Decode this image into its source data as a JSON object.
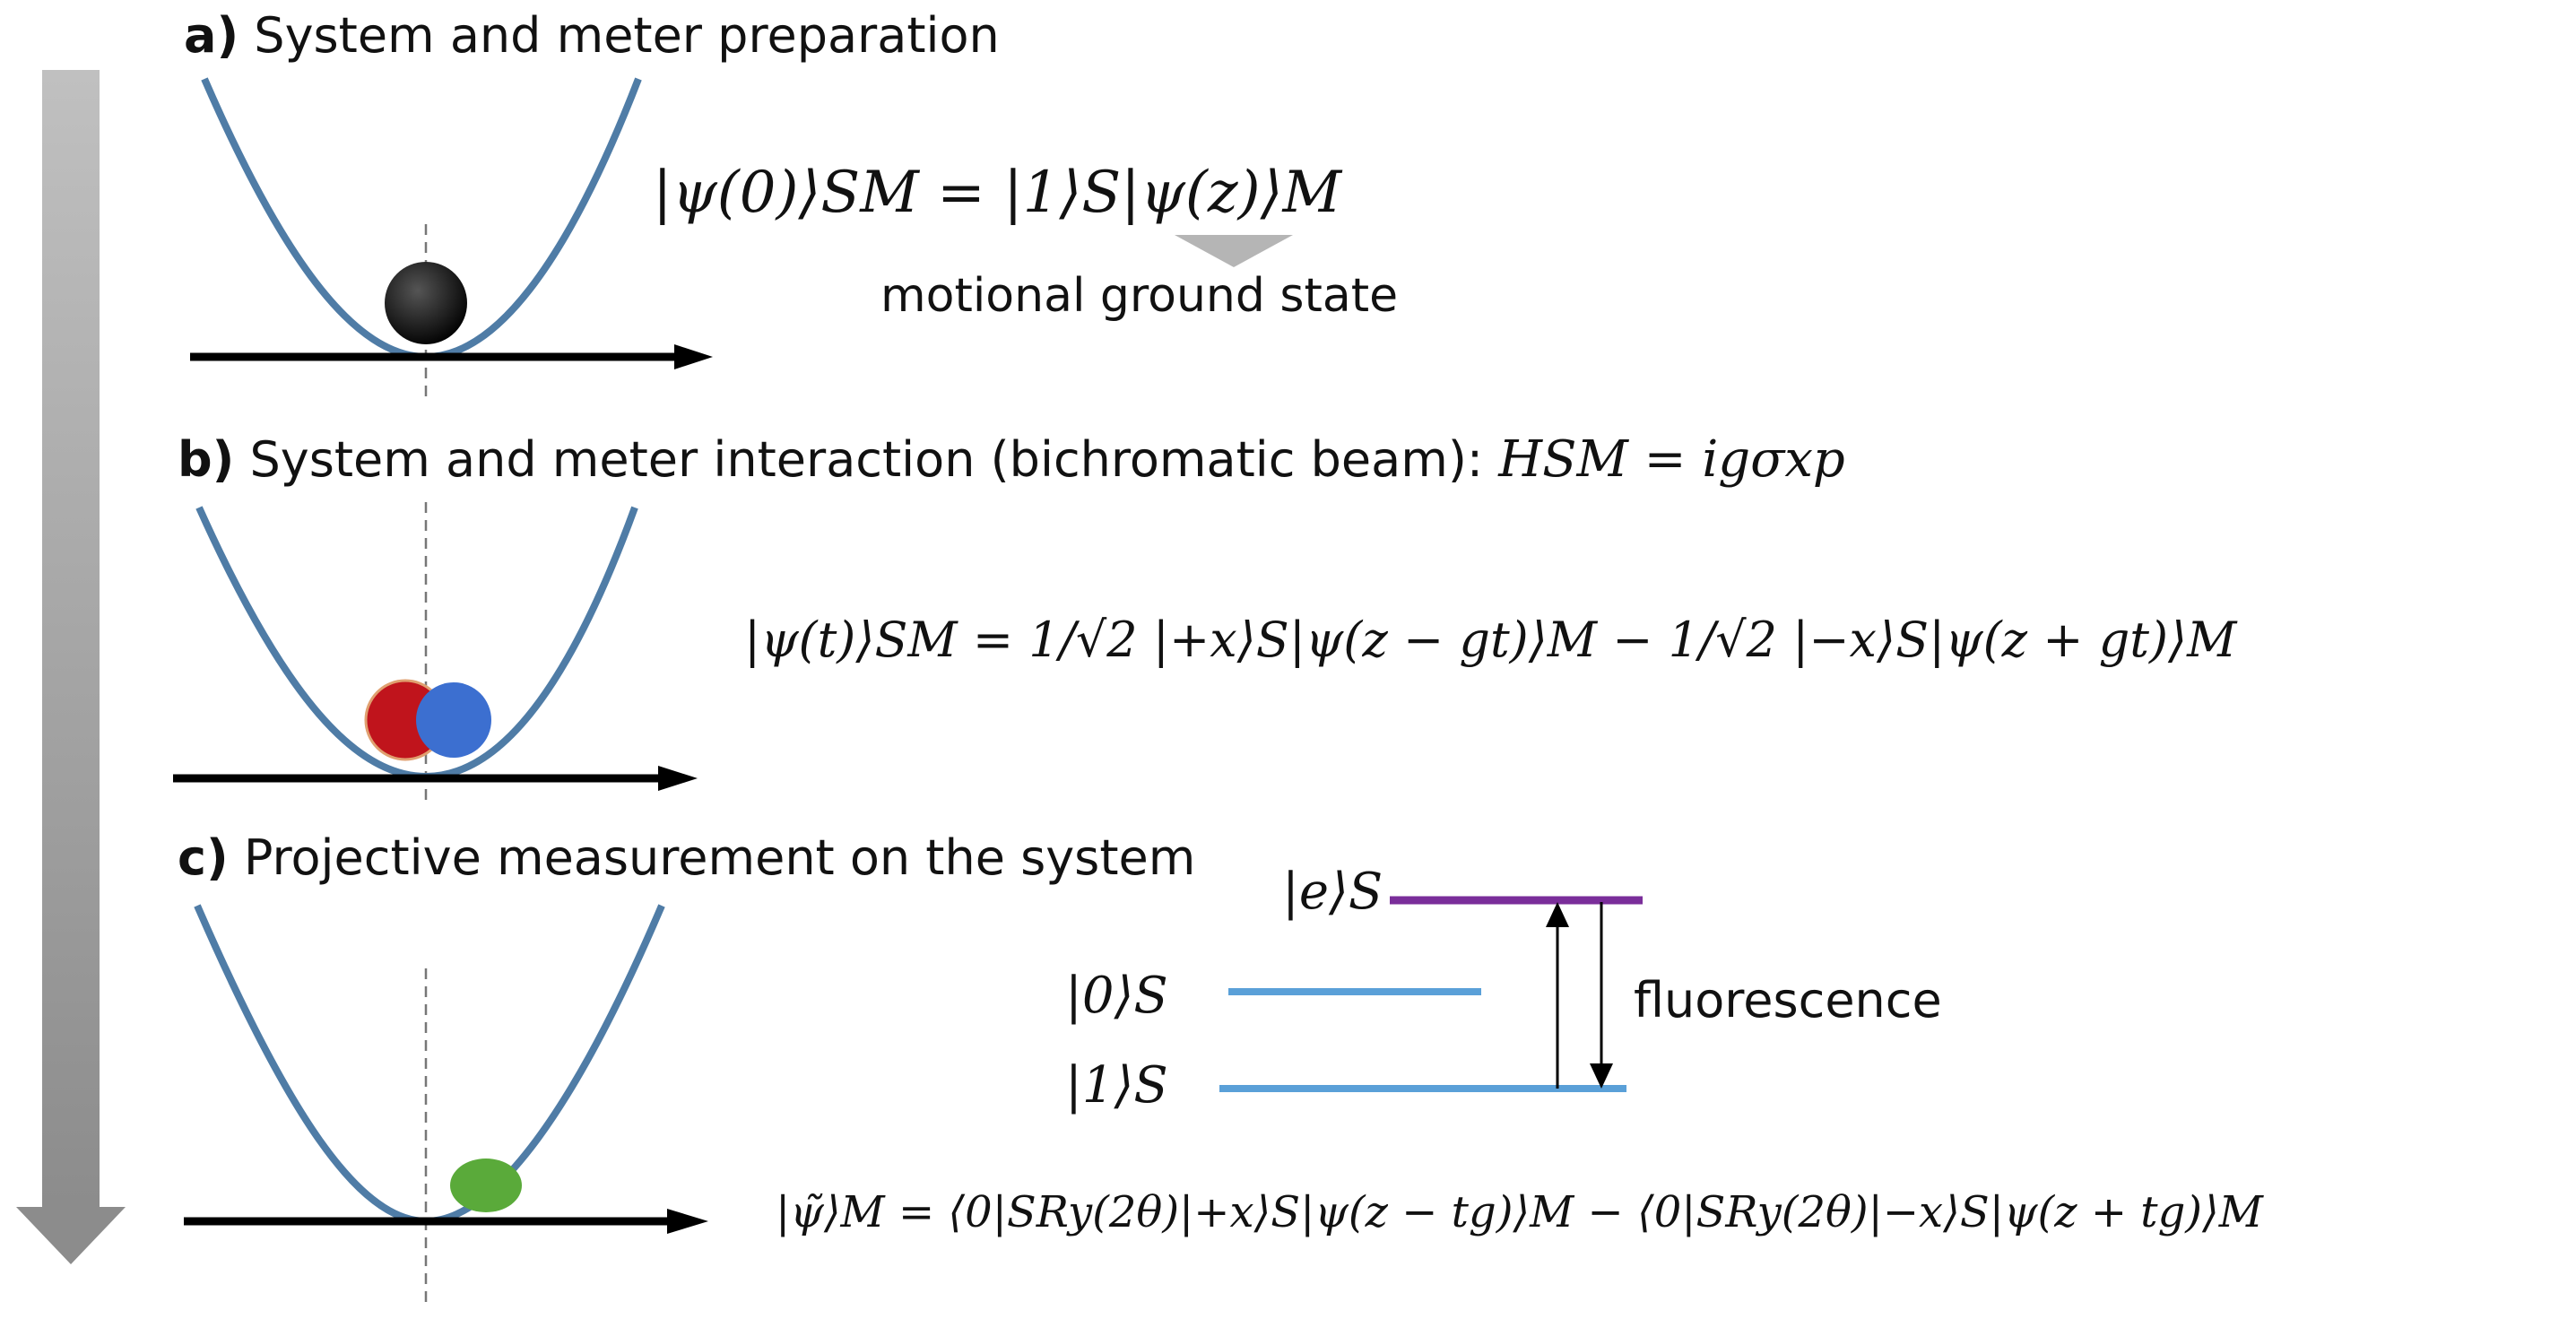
{
  "panel_a": {
    "letter": "a)",
    "title": "System and meter preparation",
    "equation": "|ψ(0)⟩SM = |1⟩S|ψ(z)⟩M",
    "note": "motional ground state"
  },
  "panel_b": {
    "letter": "b)",
    "title": "System and meter interaction (bichromatic beam):",
    "hamiltonian": "HSM = igσxp",
    "equation": "|ψ(t)⟩SM = 1/√2 |+x⟩S|ψ(z − gt)⟩M − 1/√2 |−x⟩S|ψ(z + gt)⟩M"
  },
  "panel_c": {
    "letter": "c)",
    "title": "Projective measurement on the system",
    "level_e": "|e⟩S",
    "level_0": "|0⟩S",
    "level_1": "|1⟩S",
    "fluorescence": "fluorescence",
    "equation": "|ψ̃⟩M = ⟨0|SRy(2θ)|+x⟩S|ψ(z − tg)⟩M − ⟨0|SRy(2θ)|−x⟩S|ψ(z + tg)⟩M"
  },
  "colors": {
    "potential": "#4f7ca6",
    "axis": "#000000",
    "ion_a": "#000000",
    "ion_red": "#c0141c",
    "ion_blue": "#3c6fd0",
    "ion_green": "#5aaa3a",
    "level_e": "#7a2e9a",
    "level_ground": "#5aa0d8",
    "time_arrow": "#a8a8a8"
  }
}
